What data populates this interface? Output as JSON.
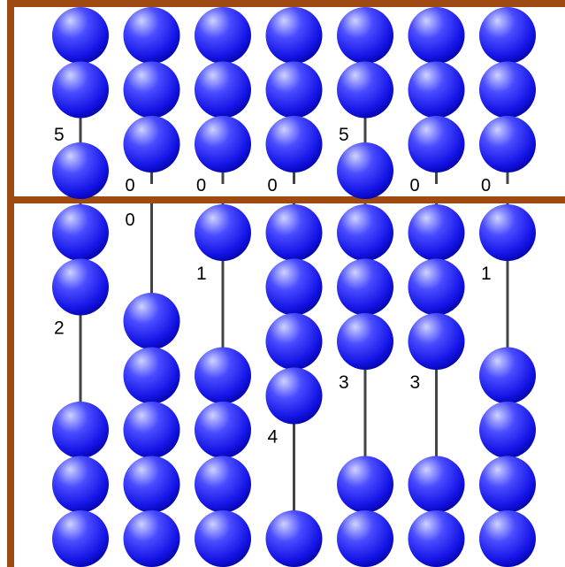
{
  "abacus": {
    "frame_color": "#9e4a12",
    "rod_color": "#444444",
    "bead_colors": {
      "highlight": "#cfd3ff",
      "mid": "#4a4cff",
      "base": "#1414e6",
      "edge": "#0606b0"
    },
    "upper_beads_per_rod": 3,
    "lower_beads_per_rod": 5,
    "upper_value": 5,
    "columns": [
      {
        "upper_moved": 1,
        "lower_moved": 2,
        "upper_label": "5",
        "lower_label": "2"
      },
      {
        "upper_moved": 0,
        "lower_moved": 0,
        "upper_label": "0",
        "lower_label": "0"
      },
      {
        "upper_moved": 0,
        "lower_moved": 1,
        "upper_label": "0",
        "lower_label": "1"
      },
      {
        "upper_moved": 0,
        "lower_moved": 4,
        "upper_label": "0",
        "lower_label": "4"
      },
      {
        "upper_moved": 1,
        "lower_moved": 3,
        "upper_label": "5",
        "lower_label": "3"
      },
      {
        "upper_moved": 0,
        "lower_moved": 3,
        "upper_label": "0",
        "lower_label": "3"
      },
      {
        "upper_moved": 0,
        "lower_moved": 1,
        "upper_label": "0",
        "lower_label": "1"
      }
    ]
  }
}
